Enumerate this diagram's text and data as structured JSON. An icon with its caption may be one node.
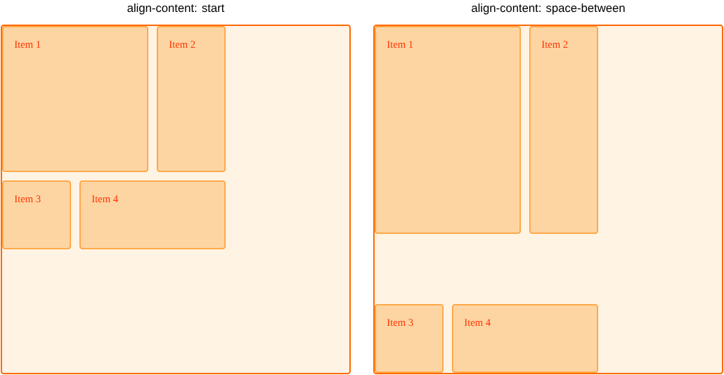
{
  "diagram": {
    "nodes": [
      {
        "text": [
          "align-content: start"
        ]
      },
      {
        "text": [
          "Item 1"
        ],
        "in": 0
      },
      {
        "text": [
          "Item 2"
        ],
        "in": 0
      },
      {
        "text": [
          "Item 3"
        ],
        "in": 0
      },
      {
        "text": [
          "Item 4"
        ],
        "in": 0
      },
      {
        "text": [
          "align-content: space-between"
        ]
      },
      {
        "text": [
          "Item 1"
        ],
        "in": 5
      },
      {
        "text": [
          "Item 2"
        ],
        "in": 5
      },
      {
        "text": [
          "Item 3"
        ],
        "in": 5
      },
      {
        "text": [
          "Item 4"
        ],
        "in": 5
      }
    ]
  }
}
